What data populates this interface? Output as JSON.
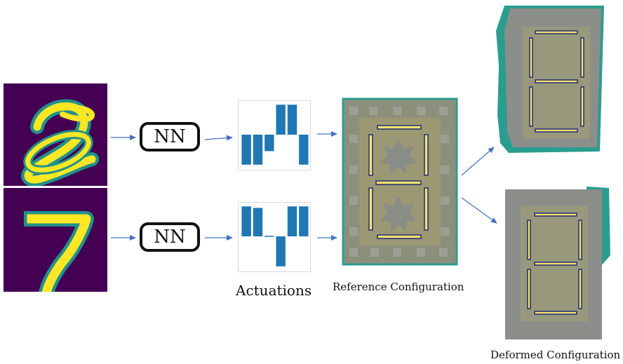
{
  "nn_label": "NN",
  "labels": {
    "actuations": "Actuations",
    "reference": "Reference Configuration",
    "deformed": "Deformed Configuration"
  },
  "colors": {
    "digit_background": "#440154",
    "digit_stroke": "#fde725",
    "digit_edge": "#21918c",
    "arrow": "#4472c4",
    "bar": "#1f77b4",
    "panel_base": "#8f8f7e",
    "panel_edge": "#2a9d8f",
    "segment_fill": "#f7e26b",
    "segment_edge": "#1f2a7a"
  },
  "chart_data": [
    {
      "type": "bar",
      "name": "actuations-top",
      "values": [
        -1.0,
        -1.0,
        -0.55,
        1.0,
        1.0,
        -1.0
      ],
      "ylim": [
        -1.1,
        1.1
      ]
    },
    {
      "type": "bar",
      "name": "actuations-bottom",
      "values": [
        1.0,
        0.95,
        0.0,
        -1.0,
        1.0,
        1.0
      ],
      "ylim": [
        -1.1,
        1.1
      ]
    }
  ]
}
